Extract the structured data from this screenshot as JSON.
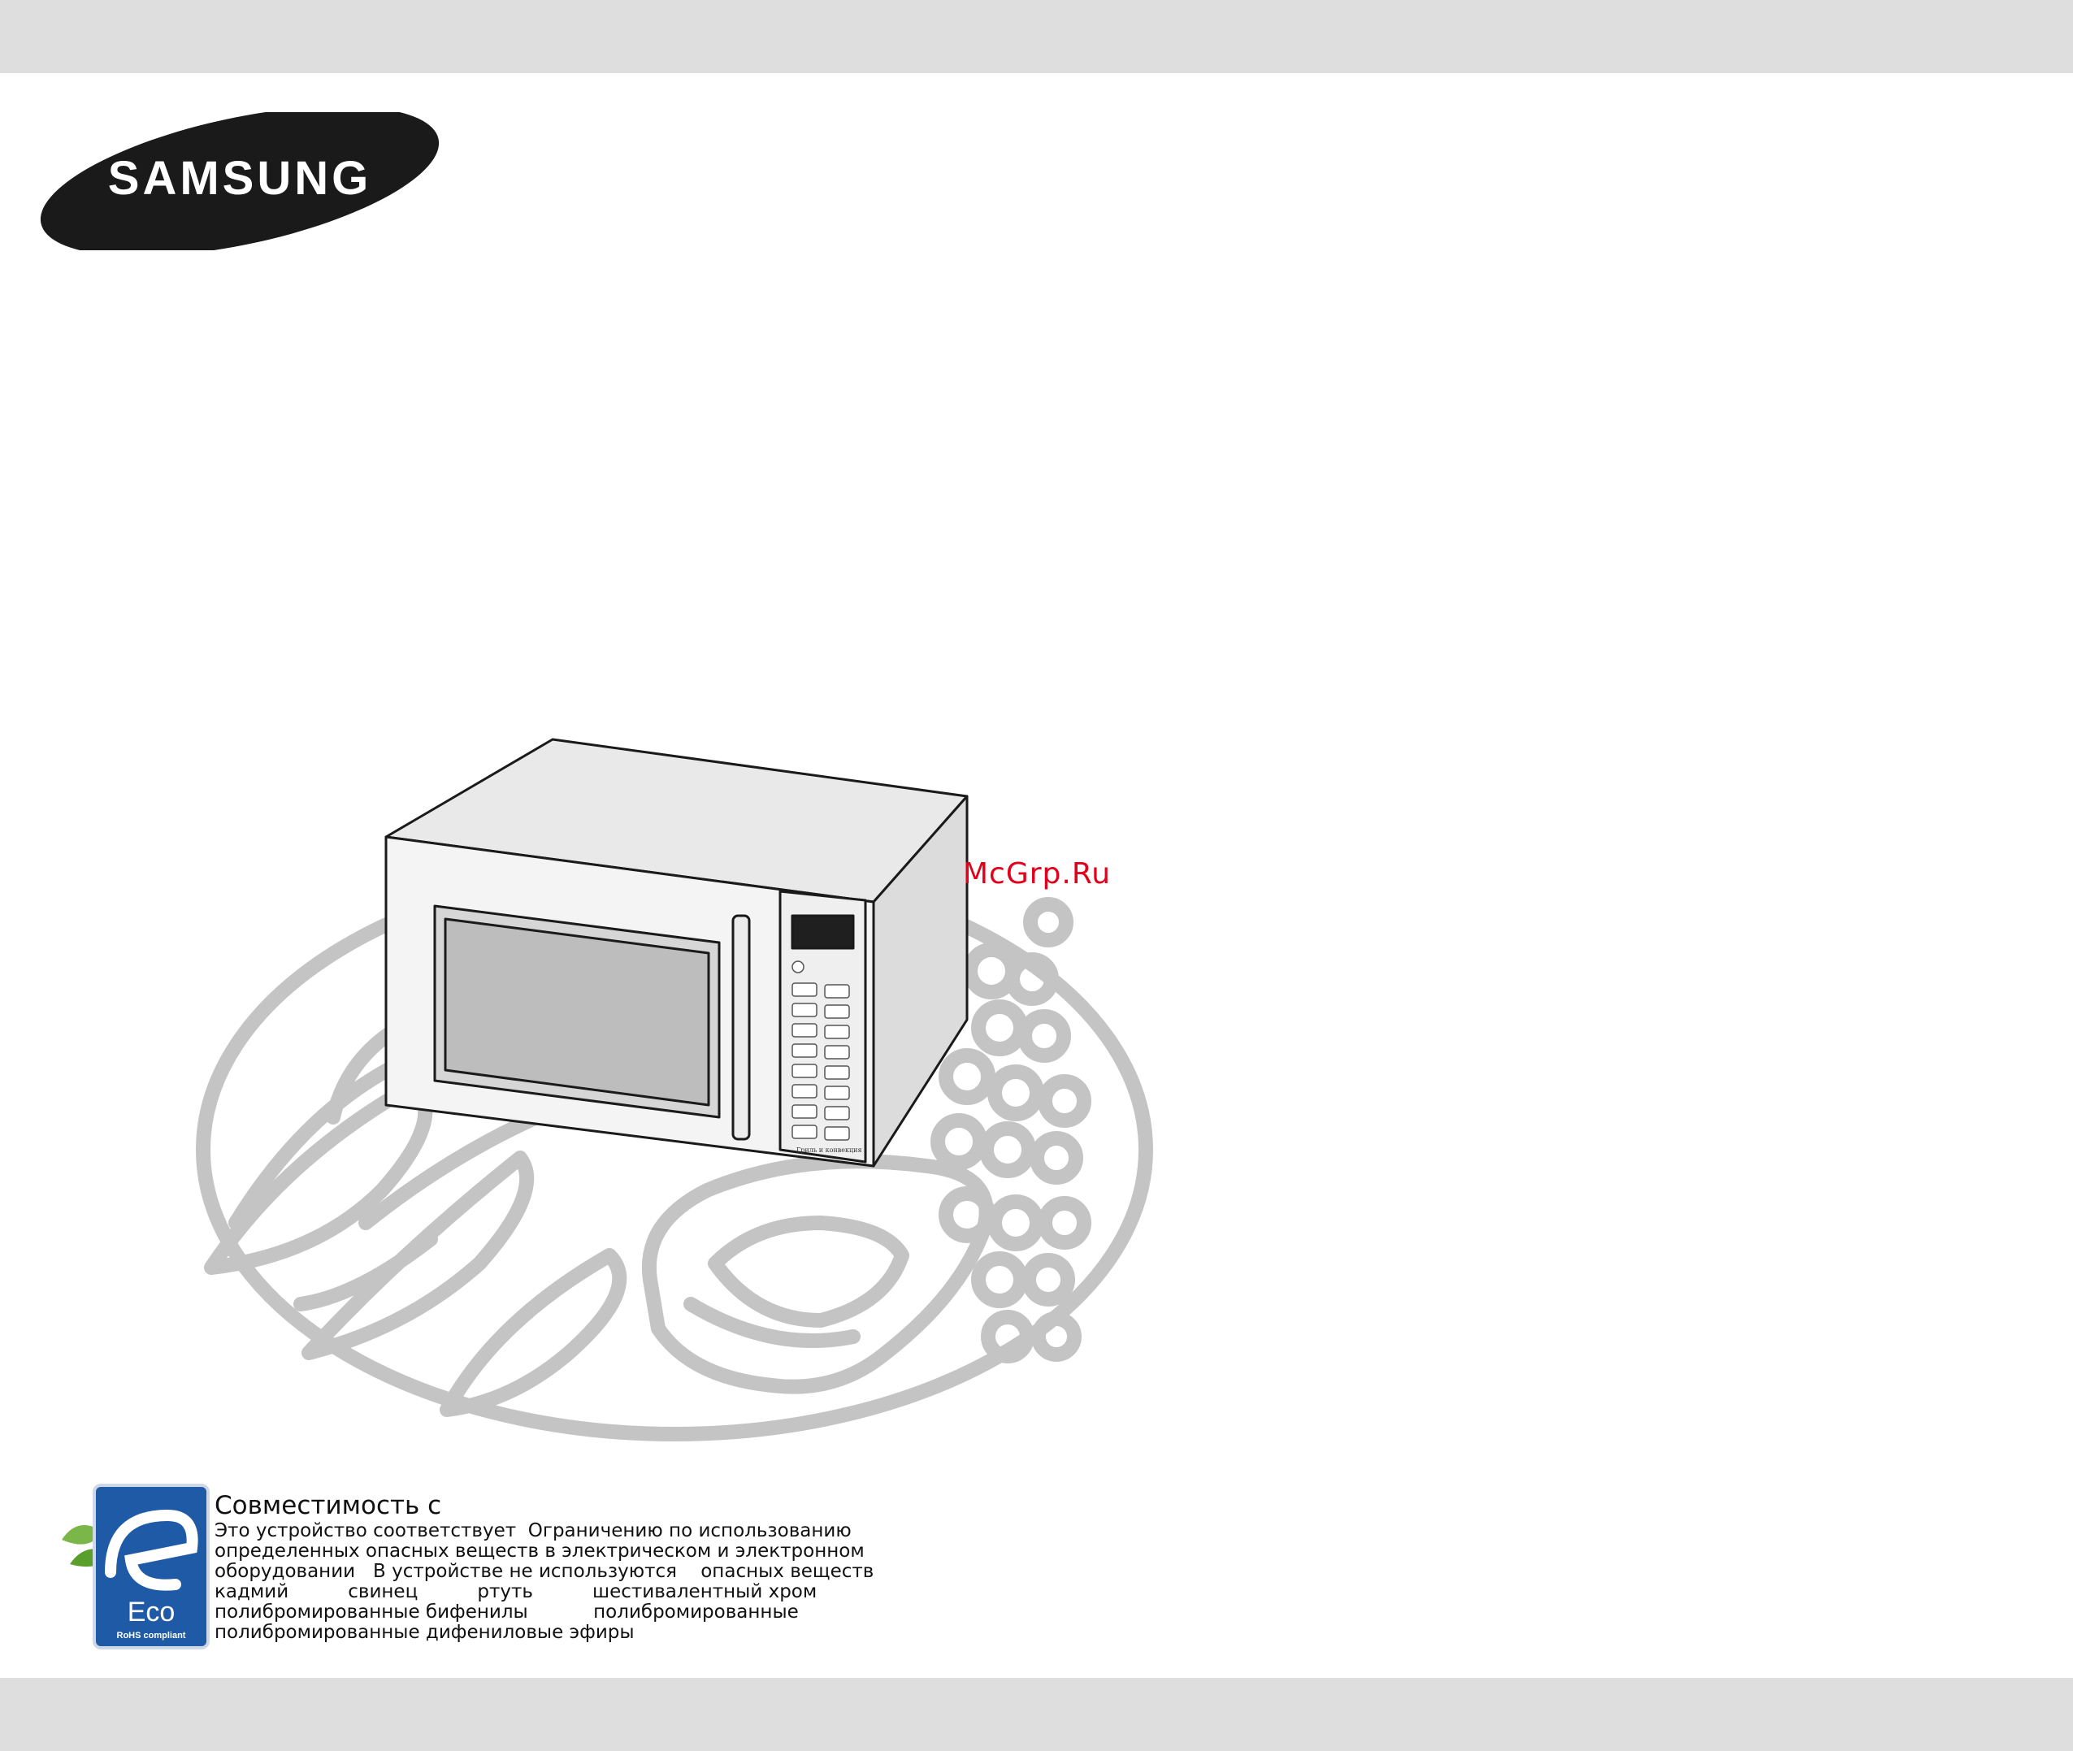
{
  "brand": {
    "logo_text": "SAMSUNG"
  },
  "watermark": "McGrp.Ru",
  "appliance": {
    "panel_label": "Гриль и конвекция"
  },
  "eco": {
    "badge_label": "Eco",
    "badge_sublabel": "RoHS compliant",
    "title": "Совместимость с",
    "lines": [
      "Это устройство соответствует  Ограничению по использованию",
      "определенных опасных веществ в электрическом и электронном",
      "оборудовании   В устройстве не используются    опасных веществ",
      "кадмий          свинец          ртуть          шестивалентный хром",
      "полибромированные бифенилы           полибромированные",
      "полибромированные дифениловые эфиры"
    ]
  },
  "colors": {
    "band": "#dedede",
    "illustration_gray": "#c4c4c4",
    "watermark_red": "#e2001a",
    "eco_blue": "#1f5aa6"
  }
}
